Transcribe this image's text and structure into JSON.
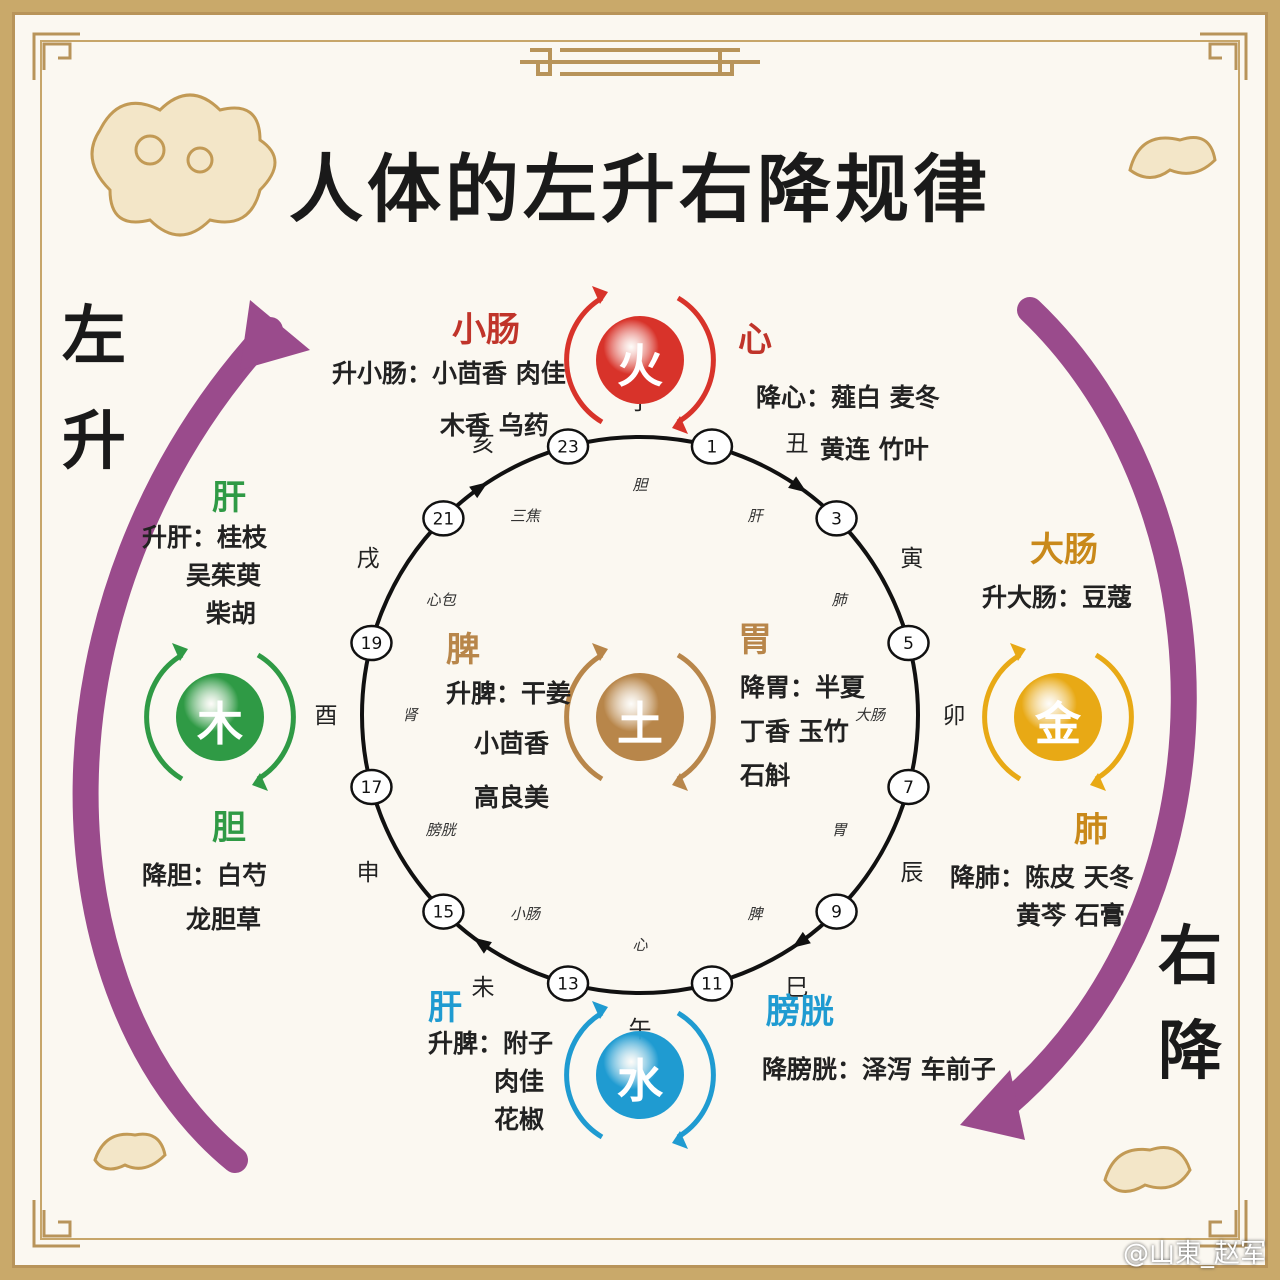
{
  "title": "人体的左升右降规律",
  "side_left": [
    "左",
    "升"
  ],
  "side_right": [
    "右",
    "降"
  ],
  "colors": {
    "fire": "#d8332a",
    "earth": "#b8864a",
    "wood": "#2f9a45",
    "metal": "#e8a915",
    "water": "#1f9bd1",
    "arrow": "#9a4b8c",
    "frame": "#c7a66a"
  },
  "elements": {
    "fire": {
      "glyph": "火"
    },
    "earth": {
      "glyph": "土"
    },
    "wood": {
      "glyph": "木"
    },
    "metal": {
      "glyph": "金"
    },
    "water": {
      "glyph": "水"
    }
  },
  "organs": {
    "small_intestine": {
      "name": "小肠",
      "herbs": [
        "升小肠：小茴香 肉佳",
        "木香 乌药"
      ]
    },
    "heart": {
      "name": "心",
      "herbs": [
        "降心：薤白 麦冬",
        "黄连 竹叶"
      ]
    },
    "liver": {
      "name": "肝",
      "herbs": [
        "升肝：桂枝",
        "吴茱萸",
        "柴胡"
      ]
    },
    "gallbladder": {
      "name": "胆",
      "herbs": [
        "降胆：白芍",
        "龙胆草"
      ]
    },
    "large_intestine": {
      "name": "大肠",
      "herbs": [
        "升大肠：豆蔻"
      ]
    },
    "lung": {
      "name": "肺",
      "herbs": [
        "降肺：陈皮 天冬",
        "黄芩 石膏"
      ]
    },
    "spleen": {
      "name": "脾",
      "herbs": [
        "升脾：干姜",
        "小茴香",
        "高良美"
      ]
    },
    "stomach": {
      "name": "胃",
      "herbs": [
        "降胃：半夏",
        "丁香 玉竹",
        "石斛"
      ]
    },
    "kidney": {
      "name": "肝",
      "herbs": [
        "升脾：附子",
        "肉佳",
        "花椒"
      ]
    },
    "bladder": {
      "name": "膀胱",
      "herbs": [
        "降膀胱：泽泻 车前子"
      ]
    }
  },
  "clock": {
    "hours": [
      "23",
      "1",
      "3",
      "5",
      "7",
      "9",
      "11",
      "13",
      "15",
      "17",
      "19",
      "21"
    ],
    "branches": [
      "子",
      "丑",
      "寅",
      "卯",
      "辰",
      "巳",
      "午",
      "未",
      "申",
      "酉",
      "戌",
      "亥"
    ],
    "meridians": [
      "胆",
      "肝",
      "肺",
      "大肠",
      "胃",
      "脾",
      "心",
      "小肠",
      "膀胱",
      "肾",
      "心包",
      "三焦"
    ]
  },
  "watermark": "@山東_赵军"
}
